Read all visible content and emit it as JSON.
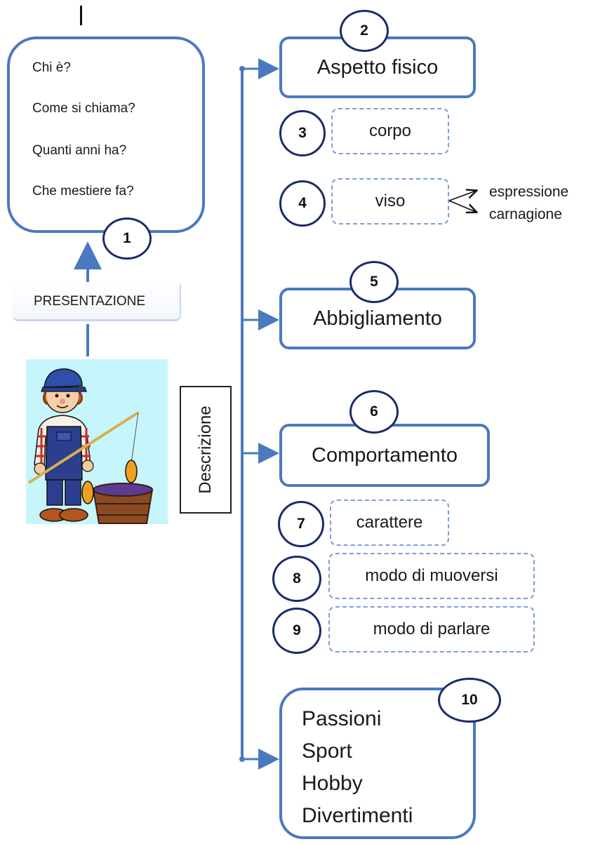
{
  "presentation": {
    "questions": [
      "Chi è?",
      "Come si chiama?",
      "Quanti anni ha?",
      "Che mestiere fa?"
    ],
    "number": "1",
    "label": "PRESENTAZIONE"
  },
  "description_label": "Descrizione",
  "aspetto": {
    "number": "2",
    "title": "Aspetto fisico",
    "corpo": {
      "number": "3",
      "label": "corpo"
    },
    "viso": {
      "number": "4",
      "label": "viso",
      "details": [
        "espressione",
        "carnagione"
      ]
    }
  },
  "abbigliamento": {
    "number": "5",
    "title": "Abbigliamento"
  },
  "comportamento": {
    "number": "6",
    "title": "Comportamento",
    "items": [
      {
        "number": "7",
        "label": "carattere"
      },
      {
        "number": "8",
        "label": "modo di muoversi"
      },
      {
        "number": "9",
        "label": "modo di parlare"
      }
    ]
  },
  "interessi": {
    "number": "10",
    "items": [
      "Passioni",
      "Sport",
      "Hobby",
      "Divertimenti"
    ]
  },
  "colors": {
    "box_border": "#4a79c0",
    "dashed_border": "#7d9ed1",
    "circle_border": "#1b2b6b",
    "picture_background": "#c6f5fb"
  },
  "icons": [
    "fisherman-boy-illustration",
    "arrow-up-icon",
    "arrow-right-icon"
  ]
}
